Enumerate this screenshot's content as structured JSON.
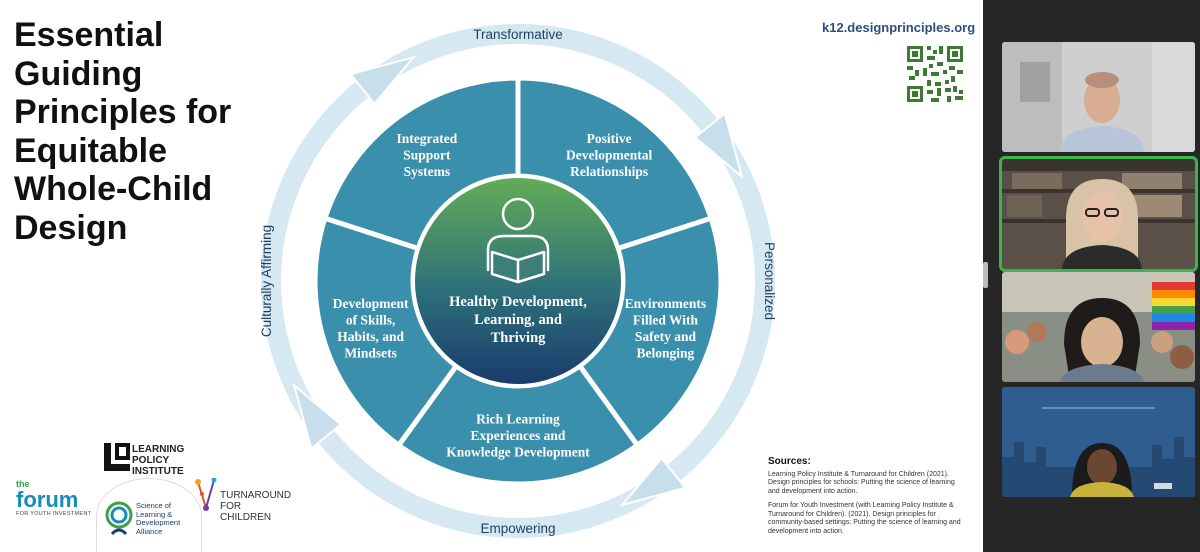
{
  "slide": {
    "title": "Essential Guiding Principles for Equitable Whole-Child Design",
    "url": "k12.designprinciples.org"
  },
  "diagram": {
    "ring_labels": {
      "top": "Transformative",
      "right": "Personalized",
      "bottom": "Empowering",
      "left": "Culturally Affirming"
    },
    "segments": [
      {
        "lines": [
          "Integrated",
          "Support",
          "Systems"
        ]
      },
      {
        "lines": [
          "Positive",
          "Developmental",
          "Relationships"
        ]
      },
      {
        "lines": [
          "Environments",
          "Filled With",
          "Safety and",
          "Belonging"
        ]
      },
      {
        "lines": [
          "Rich Learning",
          "Experiences and",
          "Knowledge Development"
        ]
      },
      {
        "lines": [
          "Development",
          "of Skills,",
          "Habits, and",
          "Mindsets"
        ]
      }
    ],
    "center": {
      "lines": [
        "Healthy Development,",
        "Learning, and",
        "Thriving"
      ]
    },
    "center_icon": "person-reading-icon",
    "colors": {
      "segment": "#3a8fad",
      "ring": "#d6e8f1",
      "arrow": "#c6dfeb",
      "center_top": "#63ad56",
      "center_bottom": "#1a3b6b"
    }
  },
  "sources": {
    "heading": "Sources:",
    "ref1": "Learning Policy Institute & Turnaround for Children (2021). Design principles for schools: Putting the science of learning and development into action.",
    "ref2": "Forum for Youth Investment (with Learning Policy Institute & Turnaround for Children). (2021). Design principles for community-based settings: Putting the science of learning and development into action."
  },
  "logos": {
    "lpi": "LEARNING POLICY INSTITUTE",
    "forum_the": "the",
    "forum_main": "forum",
    "forum_sub": "FOR YOUTH INVESTMENT",
    "sol": "Science of Learning & Development Alliance",
    "tfc": "TURNAROUND FOR CHILDREN"
  },
  "video_panel": {
    "tiles": [
      {
        "name": "participant-1",
        "active": false
      },
      {
        "name": "participant-2",
        "active": true
      },
      {
        "name": "participant-3",
        "active": false
      },
      {
        "name": "participant-4",
        "active": false
      }
    ]
  }
}
